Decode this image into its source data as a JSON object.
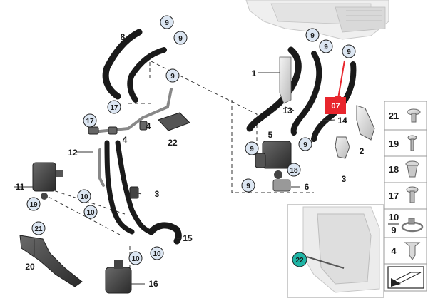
{
  "diagram": {
    "part_labels": {
      "p1": "1",
      "p2": "2",
      "p3a": "3",
      "p3b": "3",
      "p4a": "4",
      "p4b": "4",
      "p5": "5",
      "p6": "6",
      "p8": "8",
      "p11": "11",
      "p12": "12",
      "p13": "13",
      "p14": "14",
      "p15": "15",
      "p16": "16",
      "p20": "20",
      "p22": "22"
    },
    "bubbles": {
      "b9_1": "9",
      "b9_2": "9",
      "b9_3": "9",
      "b9_4": "9",
      "b9_5": "9",
      "b9_6": "9",
      "b9_7": "9",
      "b9_8": "9",
      "b9_9": "9",
      "b17_1": "17",
      "b17_2": "17",
      "b10_1": "10",
      "b10_2": "10",
      "b10_3": "10",
      "b10_4": "10",
      "b18": "18",
      "b19": "19",
      "b21": "21",
      "b22_inset": "22"
    },
    "highlight_flag": "07",
    "legend": {
      "r21": "21",
      "r19": "19",
      "r18": "18",
      "r17": "17",
      "r10": "10",
      "r9": "9",
      "r4": "4"
    },
    "colors": {
      "hose": "#1a1a1a",
      "bubble_fill": "#dce6f2",
      "flag_red": "#e8262d",
      "inset_bubble": "#1fb5a6"
    }
  }
}
